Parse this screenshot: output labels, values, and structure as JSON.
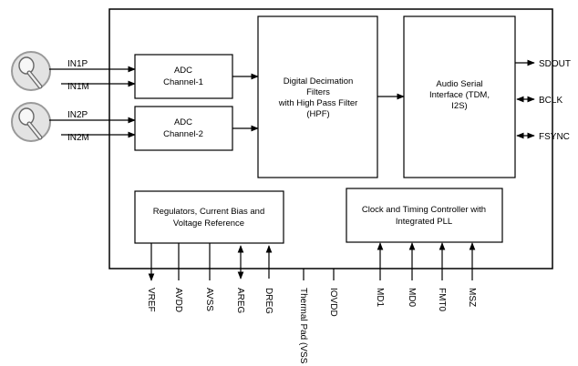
{
  "blocks": {
    "adc1": [
      "ADC",
      "Channel-1"
    ],
    "adc2": [
      "ADC",
      "Channel-2"
    ],
    "filters": [
      "Digital Decimation",
      "Filters",
      "with High Pass Filter",
      "(HPF)"
    ],
    "audio_serial": [
      "Audio Serial",
      "Interface (TDM,",
      "I2S)"
    ],
    "regulators": [
      "Regulators, Current Bias and",
      "Voltage Reference"
    ],
    "clock": [
      "Clock and Timing Controller with",
      "Integrated PLL"
    ]
  },
  "inputs": [
    "IN1P",
    "IN1M",
    "IN2P",
    "IN2M"
  ],
  "outputs": [
    "SDOUT",
    "BCLK",
    "FSYNC"
  ],
  "bottom_pins": [
    "VREF",
    "AVDD",
    "AVSS",
    "AREG",
    "DREG",
    "Thermal Pad (VSS",
    "IOVDD",
    "MD1",
    "MD0",
    "FMT0",
    "MSZ"
  ],
  "icons": [
    "microphone-icon",
    "microphone-icon"
  ]
}
